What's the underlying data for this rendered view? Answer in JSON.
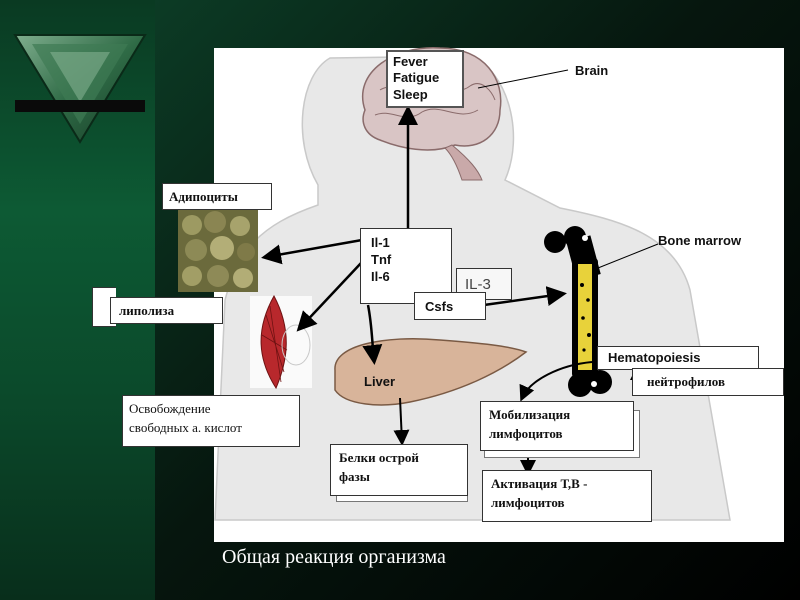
{
  "nodes": {
    "brain_symptoms": [
      "Fever",
      "Fatigue",
      "Sleep"
    ],
    "brain": "Brain",
    "adipocytes": "Адипоциты",
    "cytokines": [
      "Il-1",
      "Tnf",
      "Il-6"
    ],
    "il3": "IL-3",
    "csfs": "Csfs",
    "bone_marrow": "Bone marrow",
    "lipolysis": "липолиза",
    "liver": "Liver",
    "hematopoiesis": "Hematopoiesis",
    "neutrophils": "нейтрофилов",
    "fatty_acids": [
      "Освобождение",
      "свободных а. кислот"
    ],
    "lymph_mobilization": [
      "Мобилизация",
      "лимфоцитов"
    ],
    "acute_phase": [
      "Белки острой",
      "фазы"
    ],
    "lymph_activation": [
      "Активация Т,В -",
      "лимфоцитов"
    ]
  },
  "caption": "Общая реакция организма",
  "colors": {
    "bg_green": "#0d5a34",
    "liver_fill": "#d8b49a",
    "marrow_fill": "#e8d23a",
    "brain_fill": "#d9c5c5",
    "muscle_fill": "#b8282c"
  }
}
